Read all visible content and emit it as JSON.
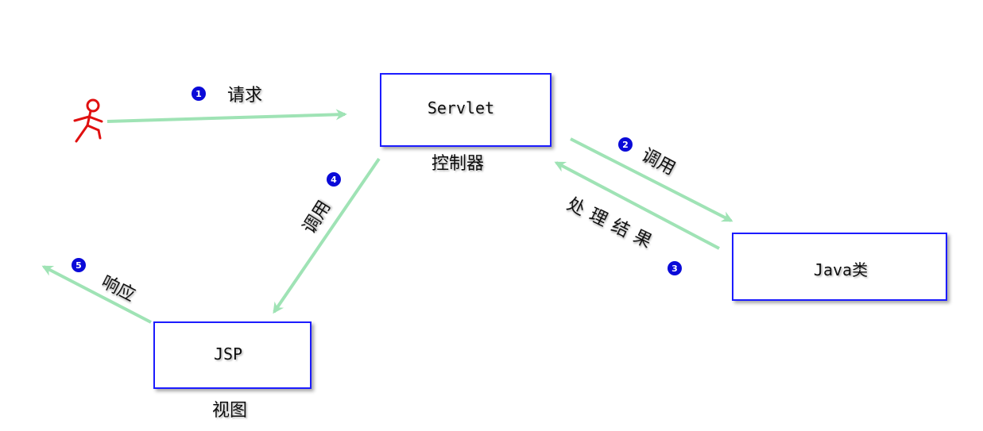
{
  "nodes": {
    "servlet": {
      "label": "Servlet",
      "caption": "控制器"
    },
    "java": {
      "label": "Java类"
    },
    "jsp": {
      "label": "JSP",
      "caption": "视图"
    }
  },
  "steps": [
    {
      "num": "1",
      "label": "请求"
    },
    {
      "num": "2",
      "label": "调用"
    },
    {
      "num": "3",
      "label": "处理结果"
    },
    {
      "num": "4",
      "label": "调用"
    },
    {
      "num": "5",
      "label": "响应"
    }
  ],
  "colors": {
    "box_border": "#1a1aff",
    "arrow": "#9fe3b5",
    "badge": "#0a0ad8",
    "user": "#e01010"
  },
  "icons": {
    "user": "user-running-icon"
  }
}
